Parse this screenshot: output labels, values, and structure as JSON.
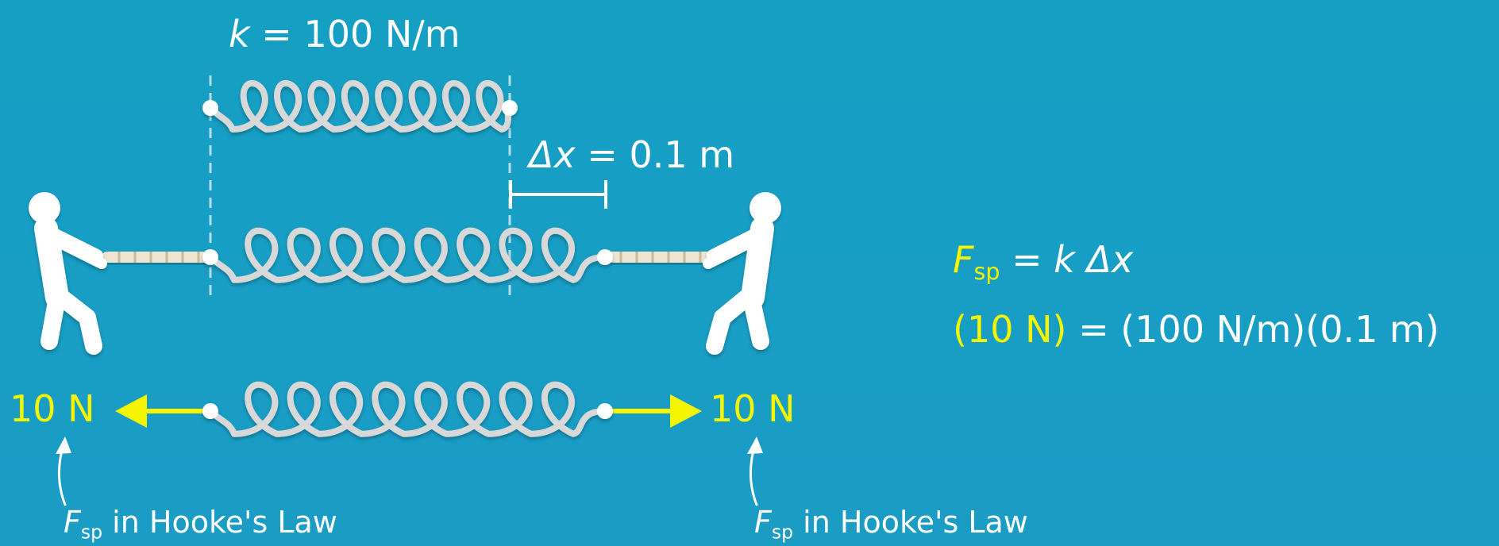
{
  "top_label": {
    "symbol": "k",
    "equals": "=",
    "value": "100 N/m"
  },
  "stretch_label": {
    "symbol": "Δx",
    "equals": "=",
    "value": "0.1 m"
  },
  "force_left": "10 N",
  "force_right": "10 N",
  "hooke_caption": {
    "symbol": "F",
    "subscript": "sp",
    "text": "in Hooke's Law"
  },
  "equation": {
    "line1": {
      "lhs_symbol": "F",
      "lhs_sub": "sp",
      "equals": "=",
      "rhs": "k Δx"
    },
    "line2": {
      "lhs": "(10 N)",
      "equals": "=",
      "rhs": "(100 N/m)(0.1 m)"
    }
  },
  "colors": {
    "background": "#159fc3",
    "highlight": "#f5f500",
    "spring": "#d9d9d9",
    "figure": "#ffffff",
    "rope": "#efe6d2"
  },
  "icons": [
    "person-pulling-left-icon",
    "person-pulling-right-icon",
    "spring-icon",
    "arrow-left-icon",
    "arrow-right-icon"
  ]
}
